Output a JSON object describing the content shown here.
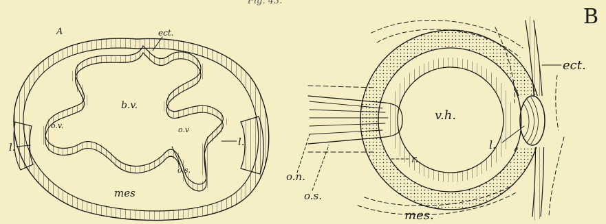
{
  "figure": {
    "top_caption": "Fig. 43.",
    "panel_a": {
      "letter": "A",
      "labels": {
        "ect": "ect.",
        "bv": "b.v.",
        "ov_left": "o.v.",
        "ov_right": "o.v",
        "l_left": "l.",
        "l_right": "l.",
        "os": "o.s.",
        "mes": "mes"
      }
    },
    "panel_b": {
      "letter": "B",
      "labels": {
        "ect": "ect.",
        "vh": "v.h.",
        "l": "l.",
        "r": "r.",
        "on": "o.n.",
        "os": "o.s.",
        "mes": "mes."
      }
    },
    "colors": {
      "paper": "#f6efc5",
      "ink": "#1a1a1a"
    }
  }
}
